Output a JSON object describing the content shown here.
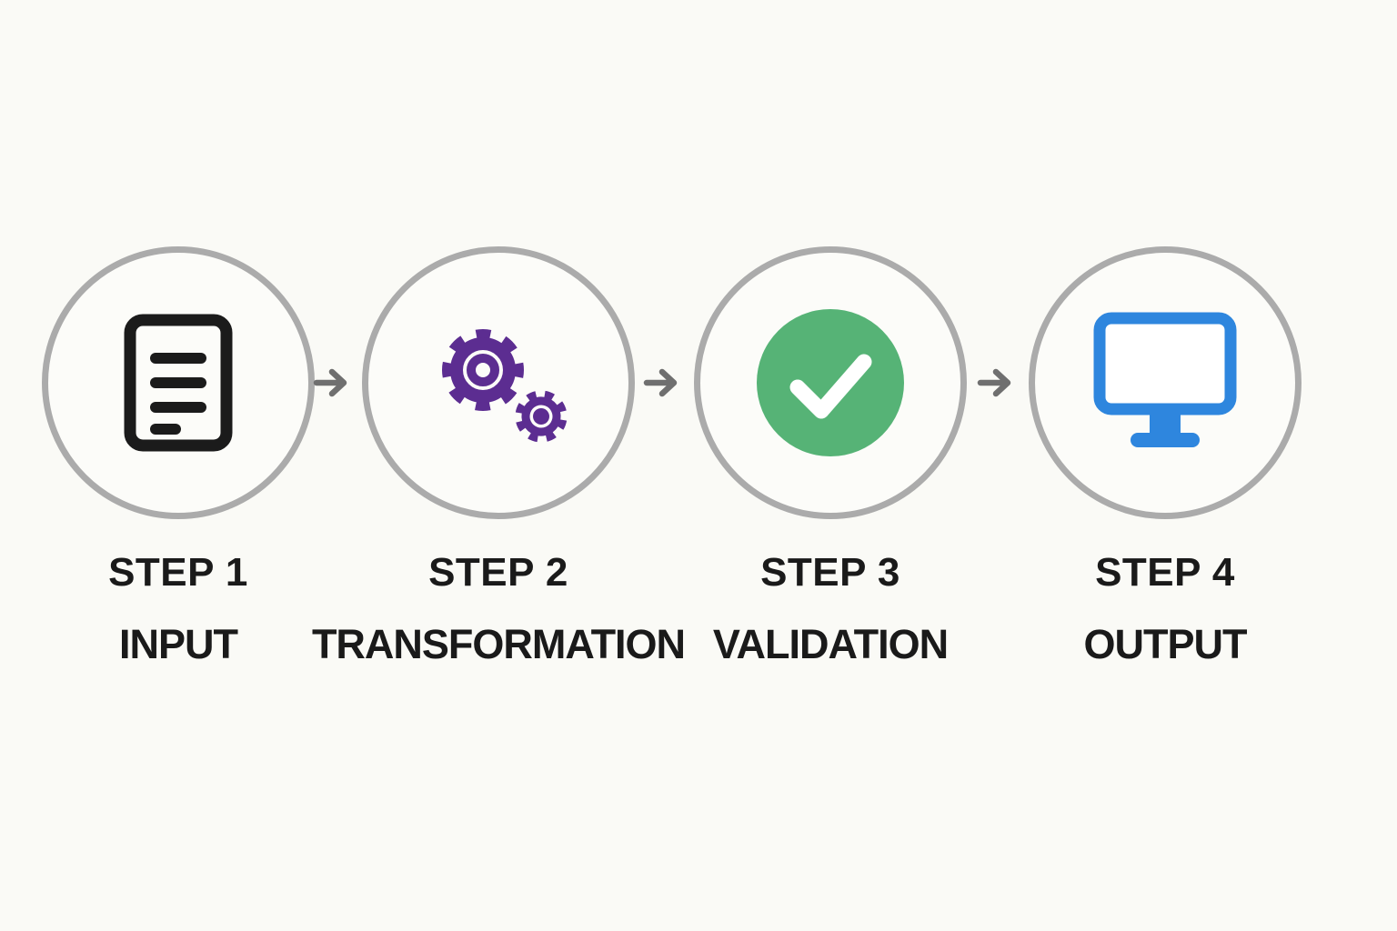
{
  "page": {
    "background_color": "#FAFAF6",
    "text_color": "#1A1A1A",
    "circle_border_color": "#ABABAB",
    "circle_fill_color": "#FCFCF9"
  },
  "diagram": {
    "arrow_color": "#6F6F6F",
    "steps": [
      {
        "step_label": "STEP 1",
        "name": "INPUT",
        "icon": "document-icon",
        "icon_color": "#1B1B1B"
      },
      {
        "step_label": "STEP 2",
        "name": "TRANSFORMATION",
        "icon": "gears-icon",
        "icon_color": "#5C2D91"
      },
      {
        "step_label": "STEP 3",
        "name": "VALIDATION",
        "icon": "checkmark-icon",
        "icon_color": "#56B376",
        "check_color": "#FFFFFF"
      },
      {
        "step_label": "STEP 4",
        "name": "OUTPUT",
        "icon": "monitor-icon",
        "icon_color": "#2E86DE",
        "screen_fill": "#FFFFFF"
      }
    ]
  }
}
